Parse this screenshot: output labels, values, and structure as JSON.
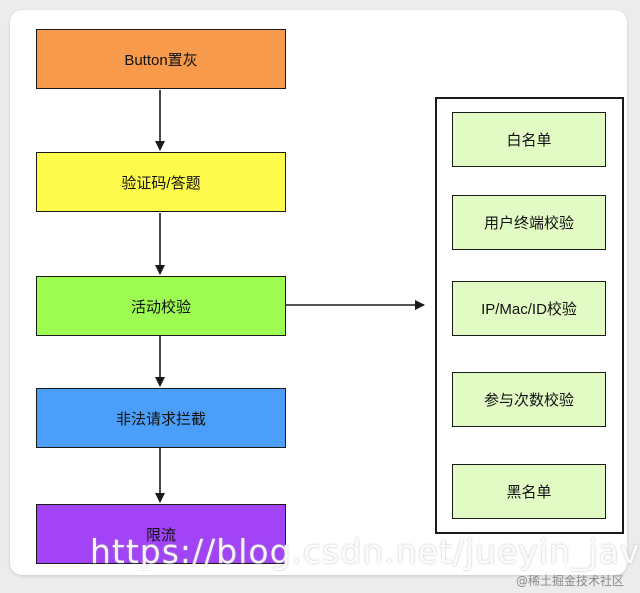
{
  "flow": {
    "nodes": [
      {
        "label": "Button置灰",
        "color": "#f79a4b"
      },
      {
        "label": "验证码/答题",
        "color": "#fefb4d"
      },
      {
        "label": "活动校验",
        "color": "#9dfb52"
      },
      {
        "label": "非法请求拦截",
        "color": "#4b9ffb"
      },
      {
        "label": "限流",
        "color": "#a243f7"
      }
    ]
  },
  "checks": {
    "items": [
      "白名单",
      "用户终端校验",
      "IP/Mac/ID校验",
      "参与次数校验",
      "黑名单"
    ],
    "color": "#e2fac4"
  },
  "watermark": "https://blog.csdn.net/jueyin_java",
  "credit": "@稀土掘金技术社区"
}
